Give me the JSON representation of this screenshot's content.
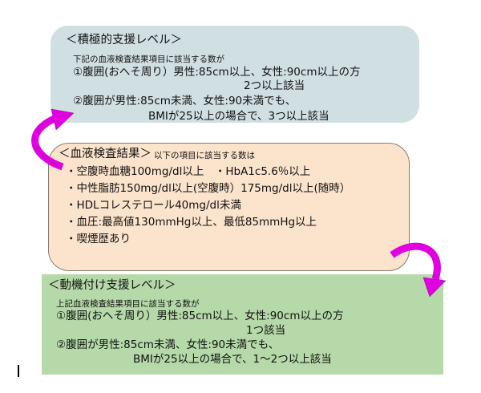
{
  "intensive": {
    "title": "＜積極的支援レベル＞",
    "intro": "下記の血液検査結果項目に該当する数が",
    "cond1": "①腹囲(おへそ周り）男性:85cm以上、女性:90cm以上の方",
    "cond1_result": "2つ以上該当",
    "cond2": "②腹囲が男性:85cm未満、女性:90未満でも、",
    "cond2_result": "BMIが25以上の場合で、3つ以上該当"
  },
  "blood_test": {
    "title": "＜血液検査結果＞",
    "subtitle": "以下の項目に該当する数は",
    "items": [
      "・空腹時血糖100mg/dl以上　・HbA1c5.6％以上",
      "・中性脂肪150mg/dl以上(空腹時）175mg/dl以上(随時）",
      "・HDLコレステロール40mg/dl未満",
      "・血圧:最高値130mmHg以上、最低85mmHg以上",
      "・喫煙歴あり"
    ]
  },
  "motivational": {
    "title": "＜動機付け支援レベル＞",
    "intro": "上記血液検査結果項目に該当する数が",
    "cond1": "①腹囲(おへそ周り）男性:85cm以上、女性:90cm以上の方",
    "cond1_result": "1つ該当",
    "cond2": "②腹囲が男性:85cm未満、女性:90未満でも、",
    "cond2_result": "BMIが25以上の場合で、1～2つ以上該当"
  },
  "colors": {
    "arrow": "#e000e0",
    "intensive_bg": "#d0dfe2",
    "blood_bg": "#fce3cc",
    "motivational_bg": "#b5d9a8"
  }
}
